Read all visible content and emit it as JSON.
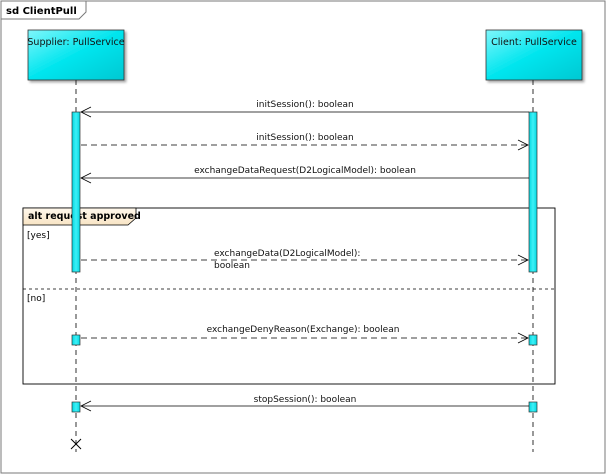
{
  "diagram": {
    "title": "sd ClientPull",
    "lifelines": {
      "supplier": "Supplier: PullService",
      "client": "Client: PullService"
    },
    "messages": {
      "init_session_call": "initSession(): boolean",
      "init_session_reply": "initSession(): boolean",
      "exchange_data_request": "exchangeDataRequest(D2LogicalModel): boolean",
      "exchange_data_line1": "exchangeData(D2LogicalModel):",
      "exchange_data_line2": "boolean",
      "exchange_deny_reason": "exchangeDenyReason(Exchange): boolean",
      "stop_session": "stopSession(): boolean"
    },
    "fragment": {
      "title": "alt request approved",
      "guard_yes": "[yes]",
      "guard_no": "[no]"
    },
    "colors": {
      "lifeline_head": "#00e5ee",
      "activation": "#00e5ee",
      "fragment_tab": "#fdf0dc",
      "line": "#000000"
    }
  }
}
